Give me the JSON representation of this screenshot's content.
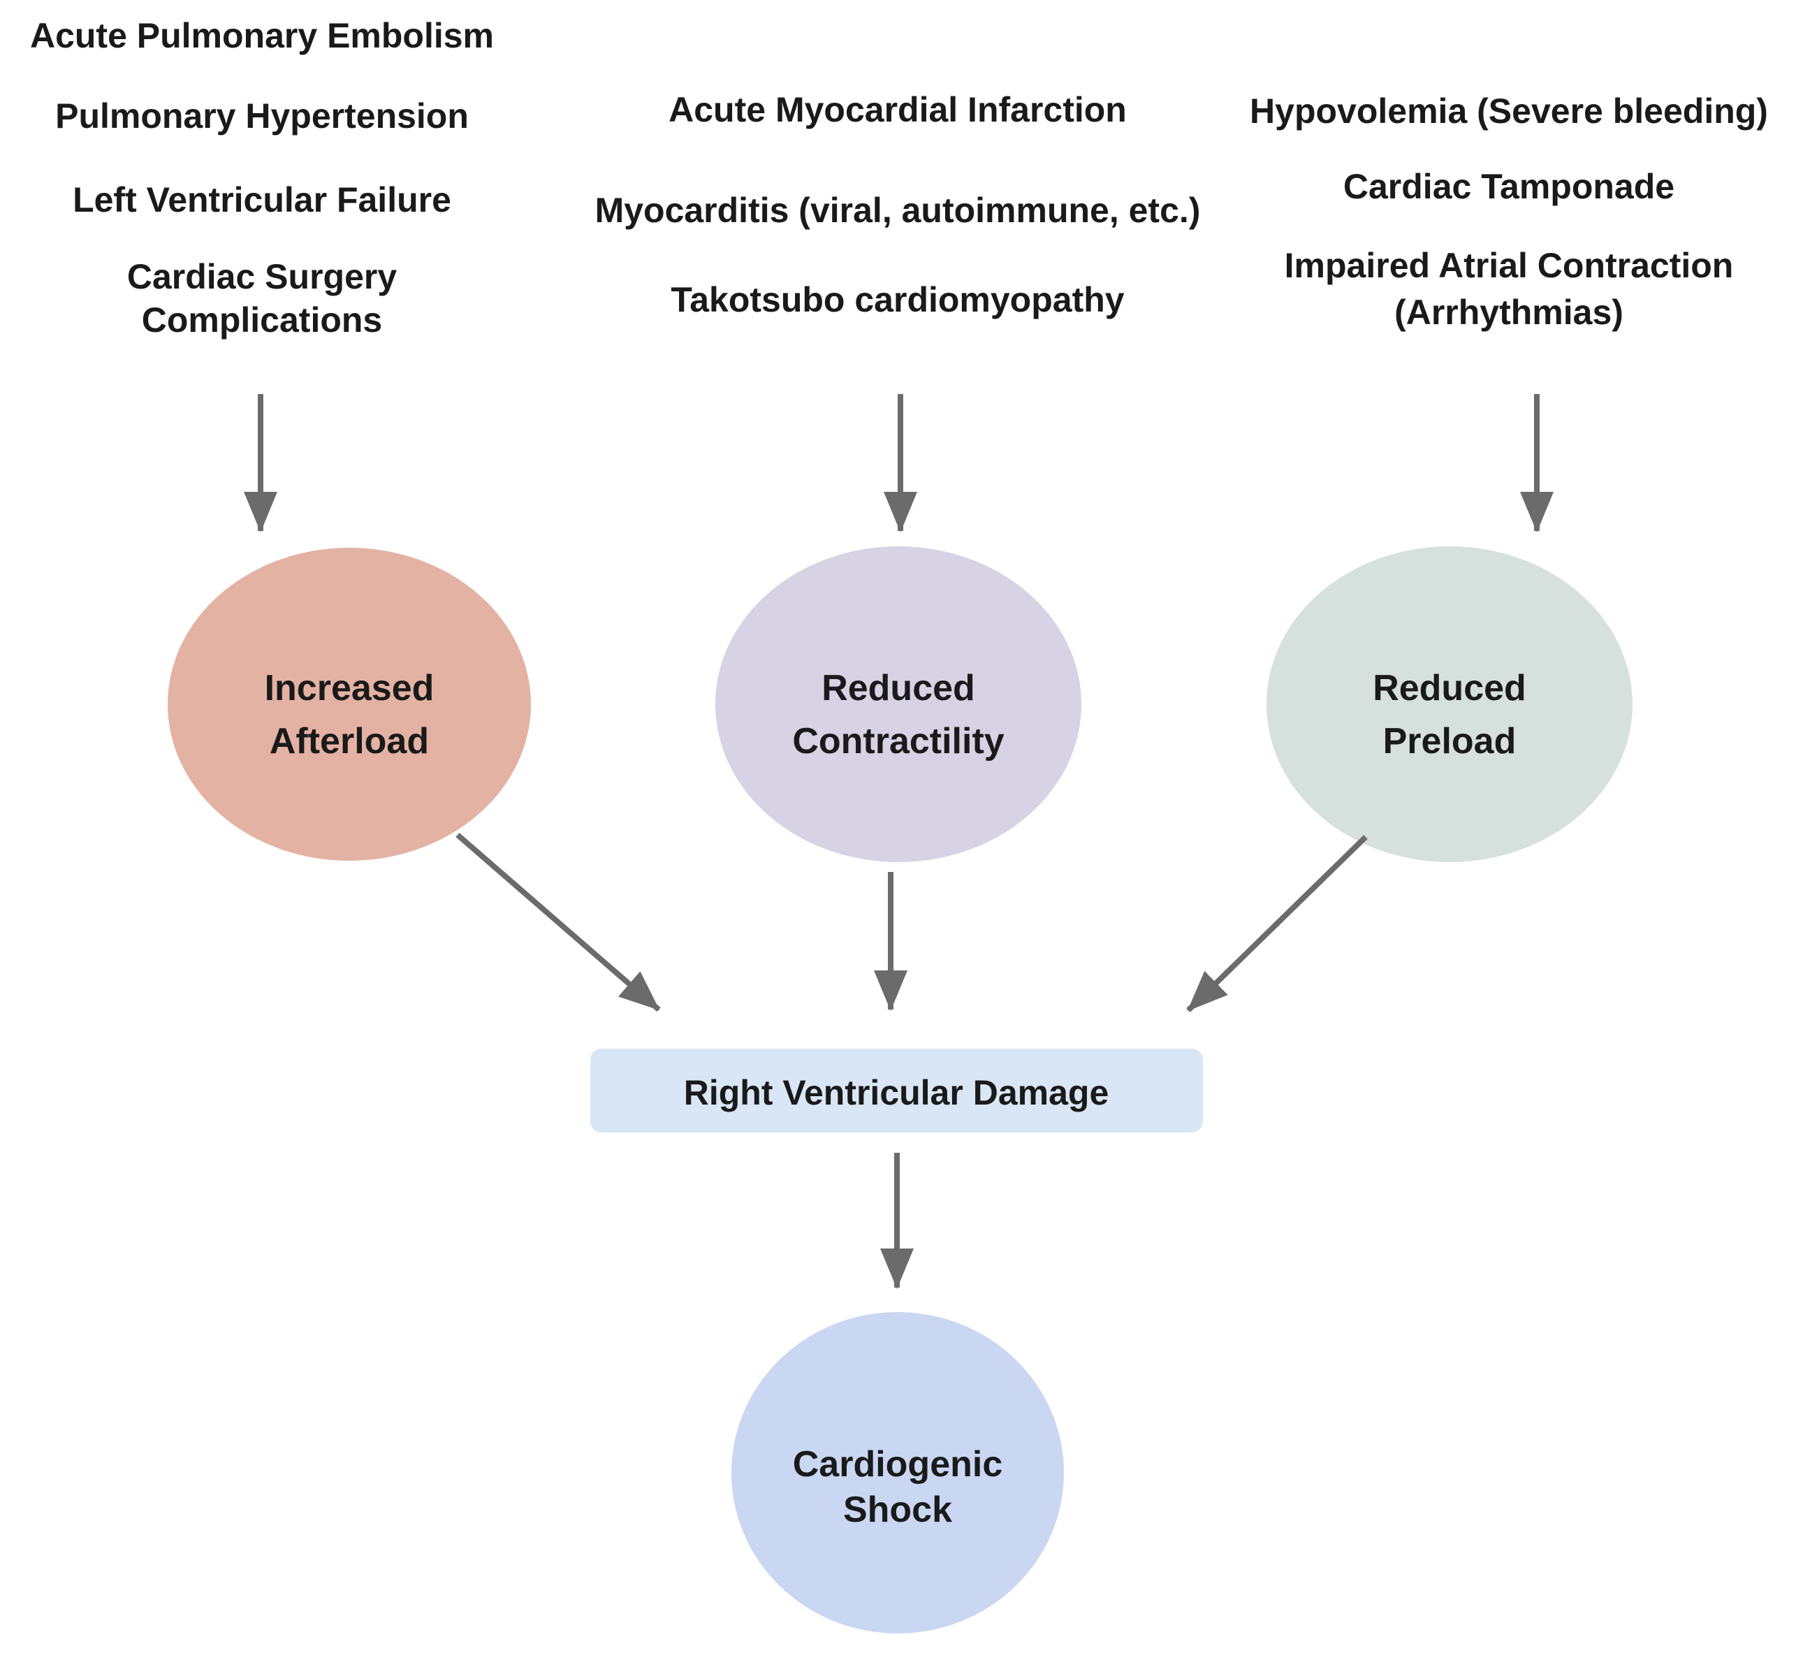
{
  "diagram": {
    "background": "#ffffff",
    "text_color": "#1a1a1a",
    "arrow_color": "#6b6b6b",
    "cause_groups": [
      {
        "lines": [
          "Acute Pulmonary Embolism",
          "Pulmonary Hypertension",
          "Left Ventricular Failure",
          "Cardiac Surgery",
          "Complications"
        ]
      },
      {
        "lines": [
          "Acute Myocardial Infarction",
          "Myocarditis (viral, autoimmune, etc.)",
          "Takotsubo cardiomyopathy"
        ]
      },
      {
        "lines": [
          "Hypovolemia (Severe bleeding)",
          "Cardiac Tamponade",
          "Impaired Atrial Contraction",
          "(Arrhythmias)"
        ]
      }
    ],
    "mechanisms": [
      {
        "lines": [
          "Increased",
          "Afterload"
        ],
        "fill": "#e4b2a3"
      },
      {
        "lines": [
          "Reduced",
          "Contractility"
        ],
        "fill": "#d8d2e5"
      },
      {
        "lines": [
          "Reduced",
          "Preload"
        ],
        "fill": "#d6e1dd"
      }
    ],
    "damage_box": {
      "label": "Right Ventricular Damage",
      "fill": "#d9e6f6"
    },
    "outcome": {
      "lines": [
        "Cardiogenic",
        "Shock"
      ],
      "fill": "#c9d7f3"
    }
  }
}
